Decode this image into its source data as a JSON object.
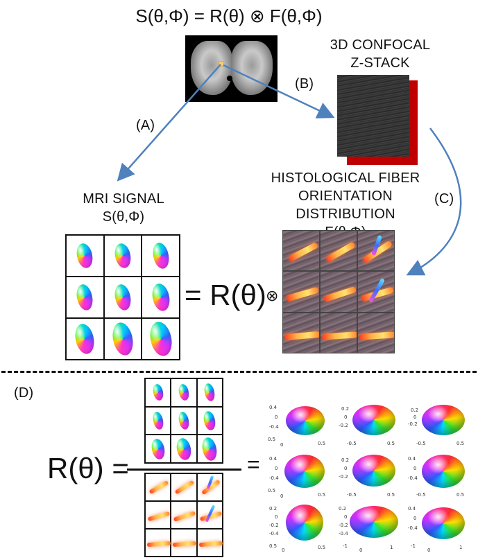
{
  "top_equation": "S(θ,Φ) = R(θ) ⊗ F(θ,Φ)",
  "labels": {
    "confocal_line1": "3D CONFOCAL",
    "confocal_line2": "Z-STACK",
    "arrow_a": "(A)",
    "arrow_b": "(B)",
    "arrow_c": "(C)",
    "arrow_d": "(D)",
    "mri_line1": "MRI SIGNAL",
    "mri_line2": "S(θ,Φ)",
    "histo_line1": "HISTOLOGICAL FIBER",
    "histo_line2": "ORIENTATION DISTRIBUTION",
    "histo_line3": "F(θ,Φ)"
  },
  "middle_equation": {
    "equals_r": "= R(θ)",
    "otimes": "⊗"
  },
  "bottom_equation": {
    "r_eq": "R(θ) =",
    "equals": "="
  },
  "axis_ticks": {
    "z_a": [
      "0.4",
      "0.2",
      "0",
      "-0.2",
      "-0.4"
    ],
    "z_b": [
      "0.2",
      "0",
      "-0.2"
    ],
    "xy": [
      "-0.5",
      "0",
      "0.5"
    ],
    "xy_wide": [
      "-1",
      "0",
      "1"
    ]
  },
  "colors": {
    "arrow": "#4f81bd",
    "confocal_side": "#c00000",
    "roi": "#f5a623"
  }
}
